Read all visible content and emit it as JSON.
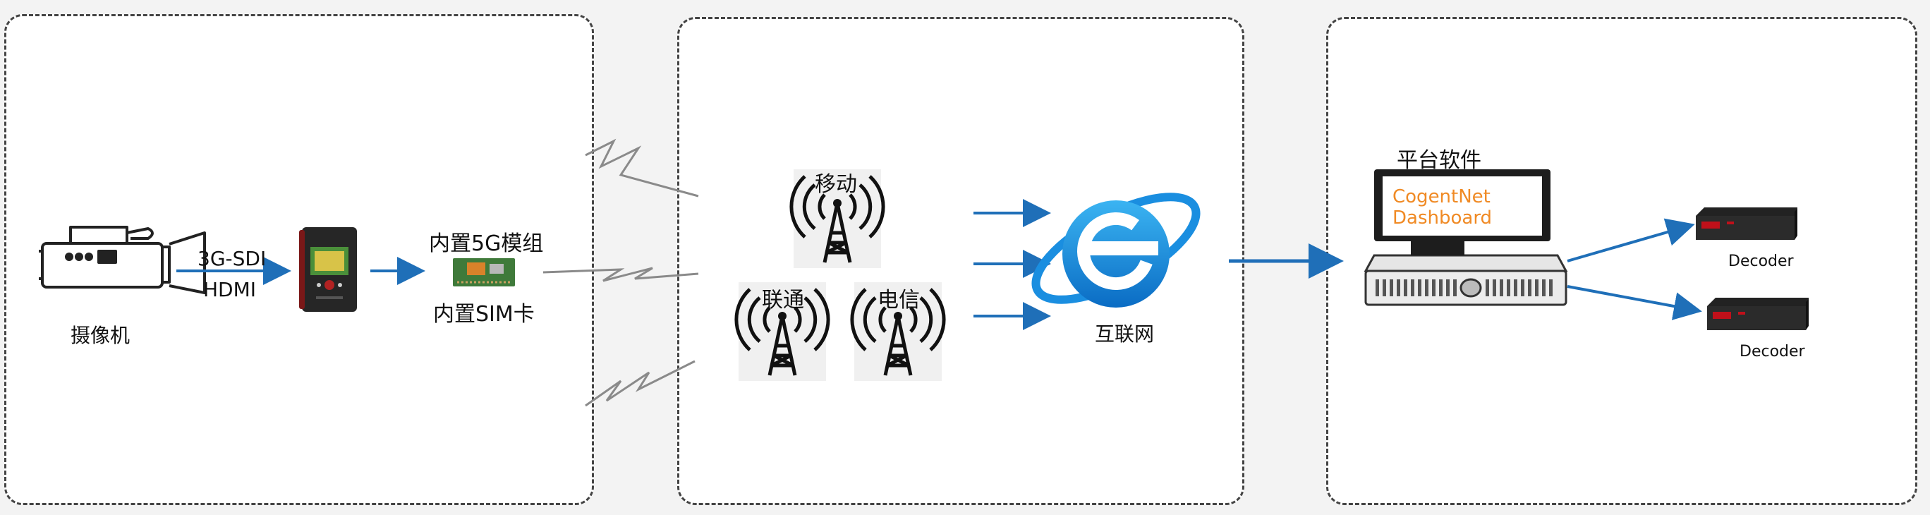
{
  "source": {
    "camera_label": "摄像机",
    "link_top": "3G-SDI",
    "link_bottom": "HDMI",
    "module_label": "内置5G模组",
    "sim_label": "内置SIM卡"
  },
  "network": {
    "carrier_mobile": "移动",
    "carrier_unicom": "联通",
    "carrier_telecom": "电信",
    "internet_label": "互联网"
  },
  "receiver": {
    "platform_label": "平台软件",
    "screen_line1": "CogentNet",
    "screen_line2": "Dashboard",
    "decoder1_label": "Decoder",
    "decoder2_label": "Decoder"
  },
  "colors": {
    "arrow": "#1f6fb8",
    "screen_text": "#f08a24",
    "ie_blue": "#1a8ee0",
    "device_red": "#c0101a"
  },
  "icons": [
    "camera-icon",
    "encoder-icon",
    "module-board-icon",
    "tower-icon",
    "internet-explorer-icon",
    "server-icon",
    "monitor-icon",
    "decoder-icon",
    "lightning-icon"
  ]
}
